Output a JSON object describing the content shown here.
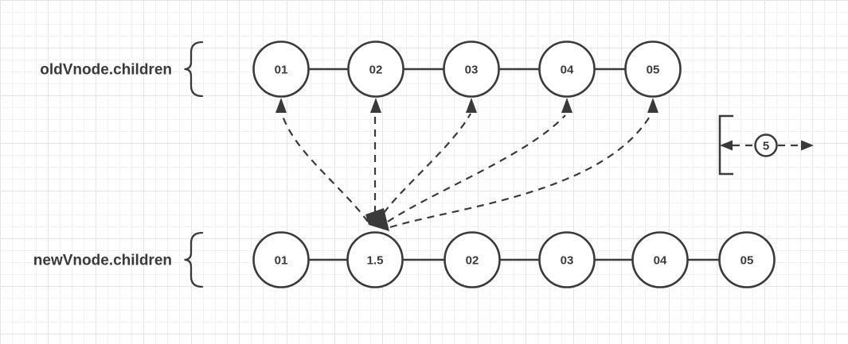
{
  "diagram": {
    "old_list": {
      "label": "oldVnode.children",
      "nodes": [
        "01",
        "02",
        "03",
        "04",
        "05"
      ]
    },
    "new_list": {
      "label": "newVnode.children",
      "nodes": [
        "01",
        "1.5",
        "02",
        "03",
        "04",
        "05"
      ]
    },
    "comparison_badge": {
      "count": "5"
    },
    "colors": {
      "stroke": "#3a3a3a",
      "node_fill": "#ffffff",
      "grid_minor": "#f2f2f2",
      "grid_major": "#e4e4e4",
      "background": "#ffffff"
    }
  }
}
